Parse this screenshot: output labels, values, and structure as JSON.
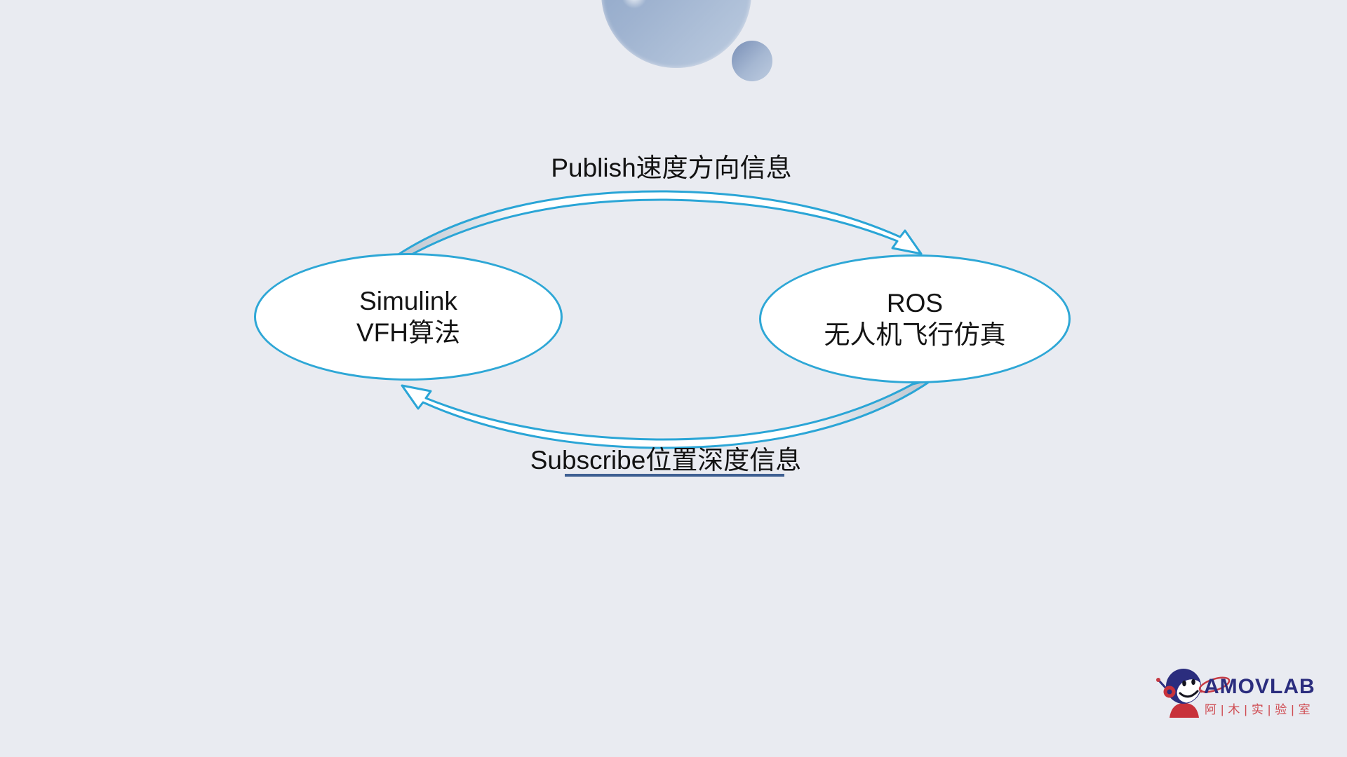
{
  "page": {
    "background_color": "#e9ebf1"
  },
  "decor": {
    "sphere_large_colors": {
      "dark": "#8ea6c8",
      "light": "#b9c9de"
    },
    "sphere_small_colors": {
      "dark": "#8196bb",
      "light": "#bac9de"
    }
  },
  "diagram": {
    "accent_cyan": "#2ea7d6",
    "arrow_tail_gray": "#bfc5ce",
    "publish_label": "Publish速度方向信息",
    "subscribe_label": "Subscribe位置深度信息",
    "subscribe_underline_color": "#3e5f92",
    "nodes": {
      "simulink": {
        "line1": "Simulink",
        "line2": "VFH算法"
      },
      "ros": {
        "line1": "ROS",
        "line2": "无人机飞行仿真"
      }
    }
  },
  "logo": {
    "brand": "AMOVLAB",
    "subtitle": "阿|木|实|验|室",
    "navy": "#2b2d7e",
    "red": "#c63a44"
  }
}
